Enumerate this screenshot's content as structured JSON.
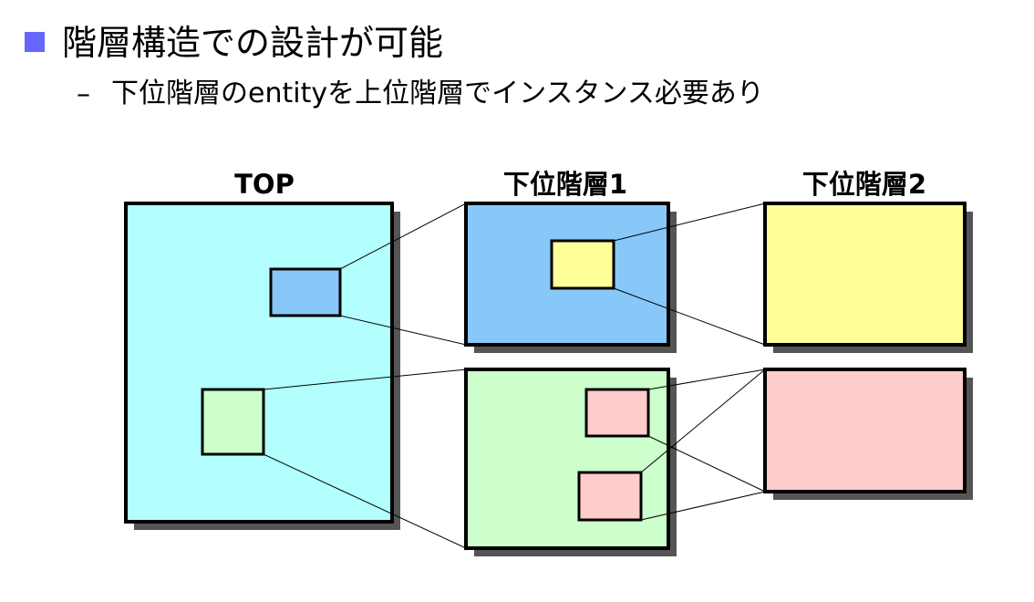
{
  "colors": {
    "bullet": "#6666ff",
    "top_fill": "#b3ffff",
    "blue": "#88c8f8",
    "yellow": "#ffff99",
    "green": "#ccffcc",
    "pink": "#ffcccc",
    "border": "#000000",
    "shadow": "#555555"
  },
  "heading": {
    "bullet_icon": "square-bullet",
    "text": "階層構造での設計が可能"
  },
  "subpoint": {
    "dash": "–",
    "text": "下位階層のentityを上位階層でインスタンス必要あり"
  },
  "diagram": {
    "labels": {
      "top": "TOP",
      "level1": "下位階層1",
      "level2": "下位階層2"
    }
  }
}
